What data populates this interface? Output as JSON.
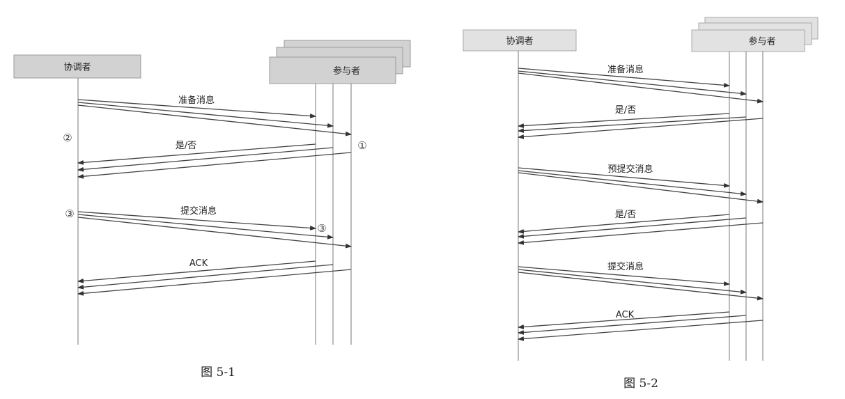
{
  "figures": [
    {
      "caption": "图 5-1",
      "coordinator": "协调者",
      "participant": "参与者",
      "messages": [
        {
          "label": "准备消息",
          "direction": "to-participants"
        },
        {
          "label": "是/否",
          "direction": "to-coordinator"
        },
        {
          "label": "提交消息",
          "direction": "to-participants"
        },
        {
          "label": "ACK",
          "direction": "to-coordinator"
        }
      ],
      "annotations": [
        "②",
        "①",
        "③",
        "③"
      ]
    },
    {
      "caption": "图 5-2",
      "coordinator": "协调者",
      "participant": "参与者",
      "messages": [
        {
          "label": "准备消息",
          "direction": "to-participants"
        },
        {
          "label": "是/否",
          "direction": "to-coordinator"
        },
        {
          "label": "预提交消息",
          "direction": "to-participants"
        },
        {
          "label": "是/否",
          "direction": "to-coordinator"
        },
        {
          "label": "提交消息",
          "direction": "to-participants"
        },
        {
          "label": "ACK",
          "direction": "to-coordinator"
        }
      ],
      "annotations": []
    }
  ]
}
